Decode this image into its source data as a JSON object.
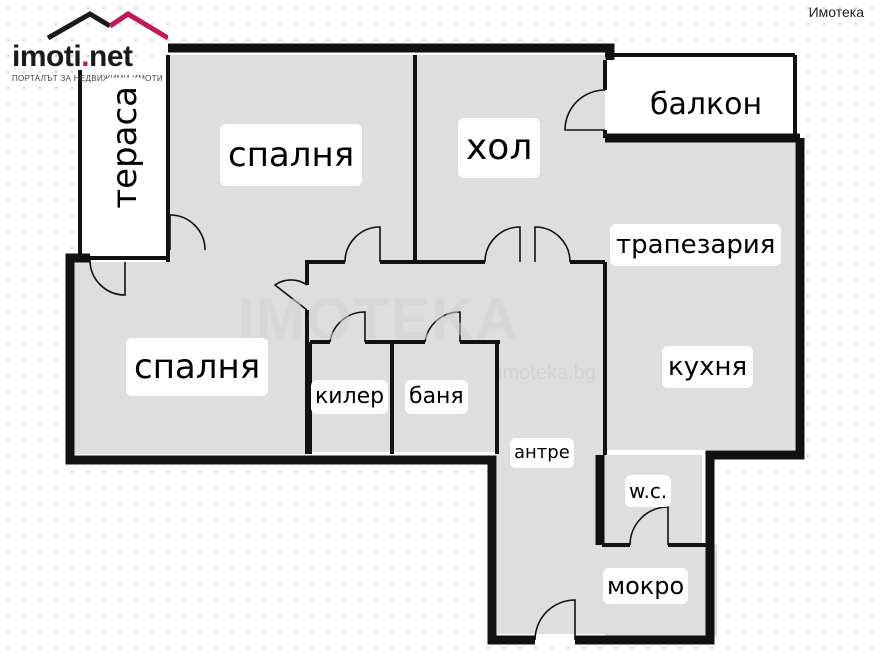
{
  "logo": {
    "brand": "imoti",
    "brand_dot": ".",
    "brand_tld": "net",
    "tagline": "ПОРТАЛЪТ ЗА НЕДВИЖИМИ ИМОТИ",
    "icon": "house-roof-icon"
  },
  "corner_text": "Имотека",
  "watermark": {
    "text": "IMOTEKA",
    "url": "imoteka.bg"
  },
  "rooms": {
    "terrace": "тераса",
    "bedroom_top": "спалня",
    "living": "хол",
    "balcony": "балкон",
    "dining": "трапезария",
    "bedroom_bottom": "спалня",
    "storage": "килер",
    "bathroom": "баня",
    "kitchen": "кухня",
    "hallway": "антре",
    "wc": "w.c.",
    "wet_room": "мокро"
  },
  "colors": {
    "room_fill": "#dedede",
    "wall": "#111111",
    "brand_accent": "#c2185b"
  }
}
